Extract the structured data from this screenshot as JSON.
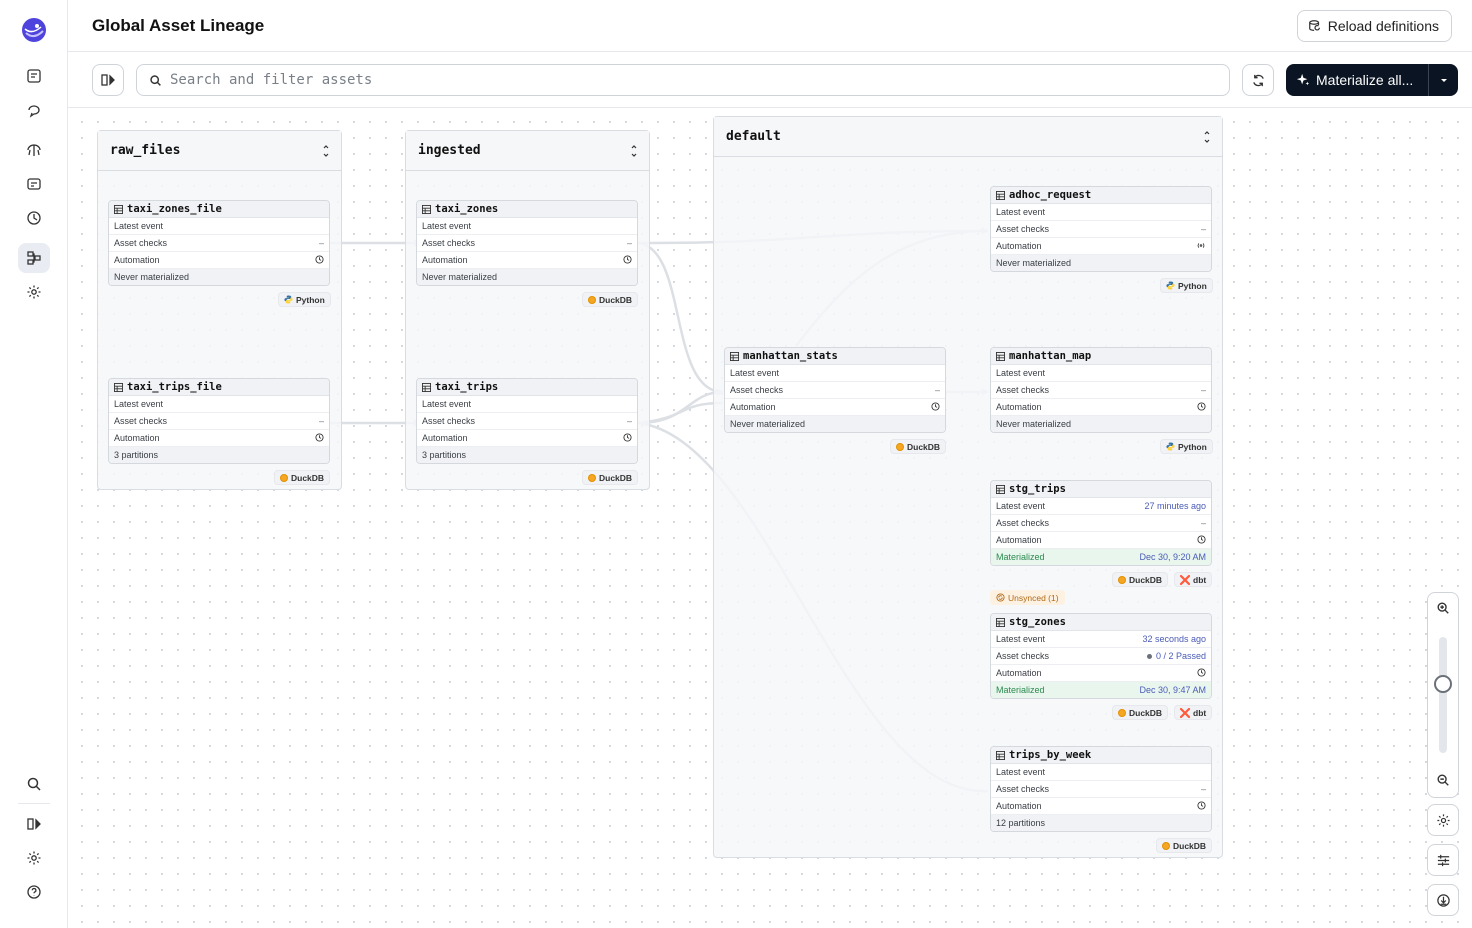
{
  "header": {
    "title": "Global Asset Lineage",
    "reload_label": "Reload definitions"
  },
  "toolbar": {
    "search_placeholder": "Search and filter assets",
    "materialize_label": "Materialize all..."
  },
  "nav": {
    "items": [
      "overview-icon",
      "runs-icon",
      "assets-icon",
      "jobs-icon",
      "schedules-icon",
      "lineage-icon",
      "settings-icon"
    ],
    "bottom": [
      "search-icon",
      "collapse-nav-icon",
      "settings-icon",
      "help-icon"
    ]
  },
  "labels": {
    "latest_event": "Latest event",
    "asset_checks": "Asset checks",
    "automation": "Automation",
    "dash": "–"
  },
  "groups": {
    "raw_files": "raw_files",
    "ingested": "ingested",
    "default": "default"
  },
  "assets": {
    "taxi_zones_file": {
      "name": "taxi_zones_file",
      "status": "Never materialized",
      "tag": "Python"
    },
    "taxi_trips_file": {
      "name": "taxi_trips_file",
      "status": "3 partitions",
      "tag": "DuckDB"
    },
    "taxi_zones": {
      "name": "taxi_zones",
      "status": "Never materialized",
      "tag": "DuckDB"
    },
    "taxi_trips": {
      "name": "taxi_trips",
      "status": "3 partitions",
      "tag": "DuckDB"
    },
    "manhattan_stats": {
      "name": "manhattan_stats",
      "status": "Never materialized",
      "tag": "DuckDB"
    },
    "adhoc_request": {
      "name": "adhoc_request",
      "status": "Never materialized",
      "tag": "Python"
    },
    "manhattan_map": {
      "name": "manhattan_map",
      "status": "Never materialized",
      "tag": "Python"
    },
    "stg_trips": {
      "name": "stg_trips",
      "latest": "27 minutes ago",
      "status": "Materialized",
      "date": "Dec 30, 9:20 AM",
      "tag1": "DuckDB",
      "tag2": "dbt"
    },
    "stg_zones": {
      "name": "stg_zones",
      "latest": "32 seconds ago",
      "checks": "0 / 2 Passed",
      "status": "Materialized",
      "date": "Dec 30, 9:47 AM",
      "tag1": "DuckDB",
      "tag2": "dbt",
      "unsynced": "Unsynced (1)"
    },
    "trips_by_week": {
      "name": "trips_by_week",
      "status": "12 partitions",
      "tag": "DuckDB"
    }
  },
  "colors": {
    "accent_dark": "#0b1423",
    "materialized_green": "#2c8a4f",
    "link_blue": "#4a5bb8",
    "duckdb_orange": "#f5a623"
  }
}
